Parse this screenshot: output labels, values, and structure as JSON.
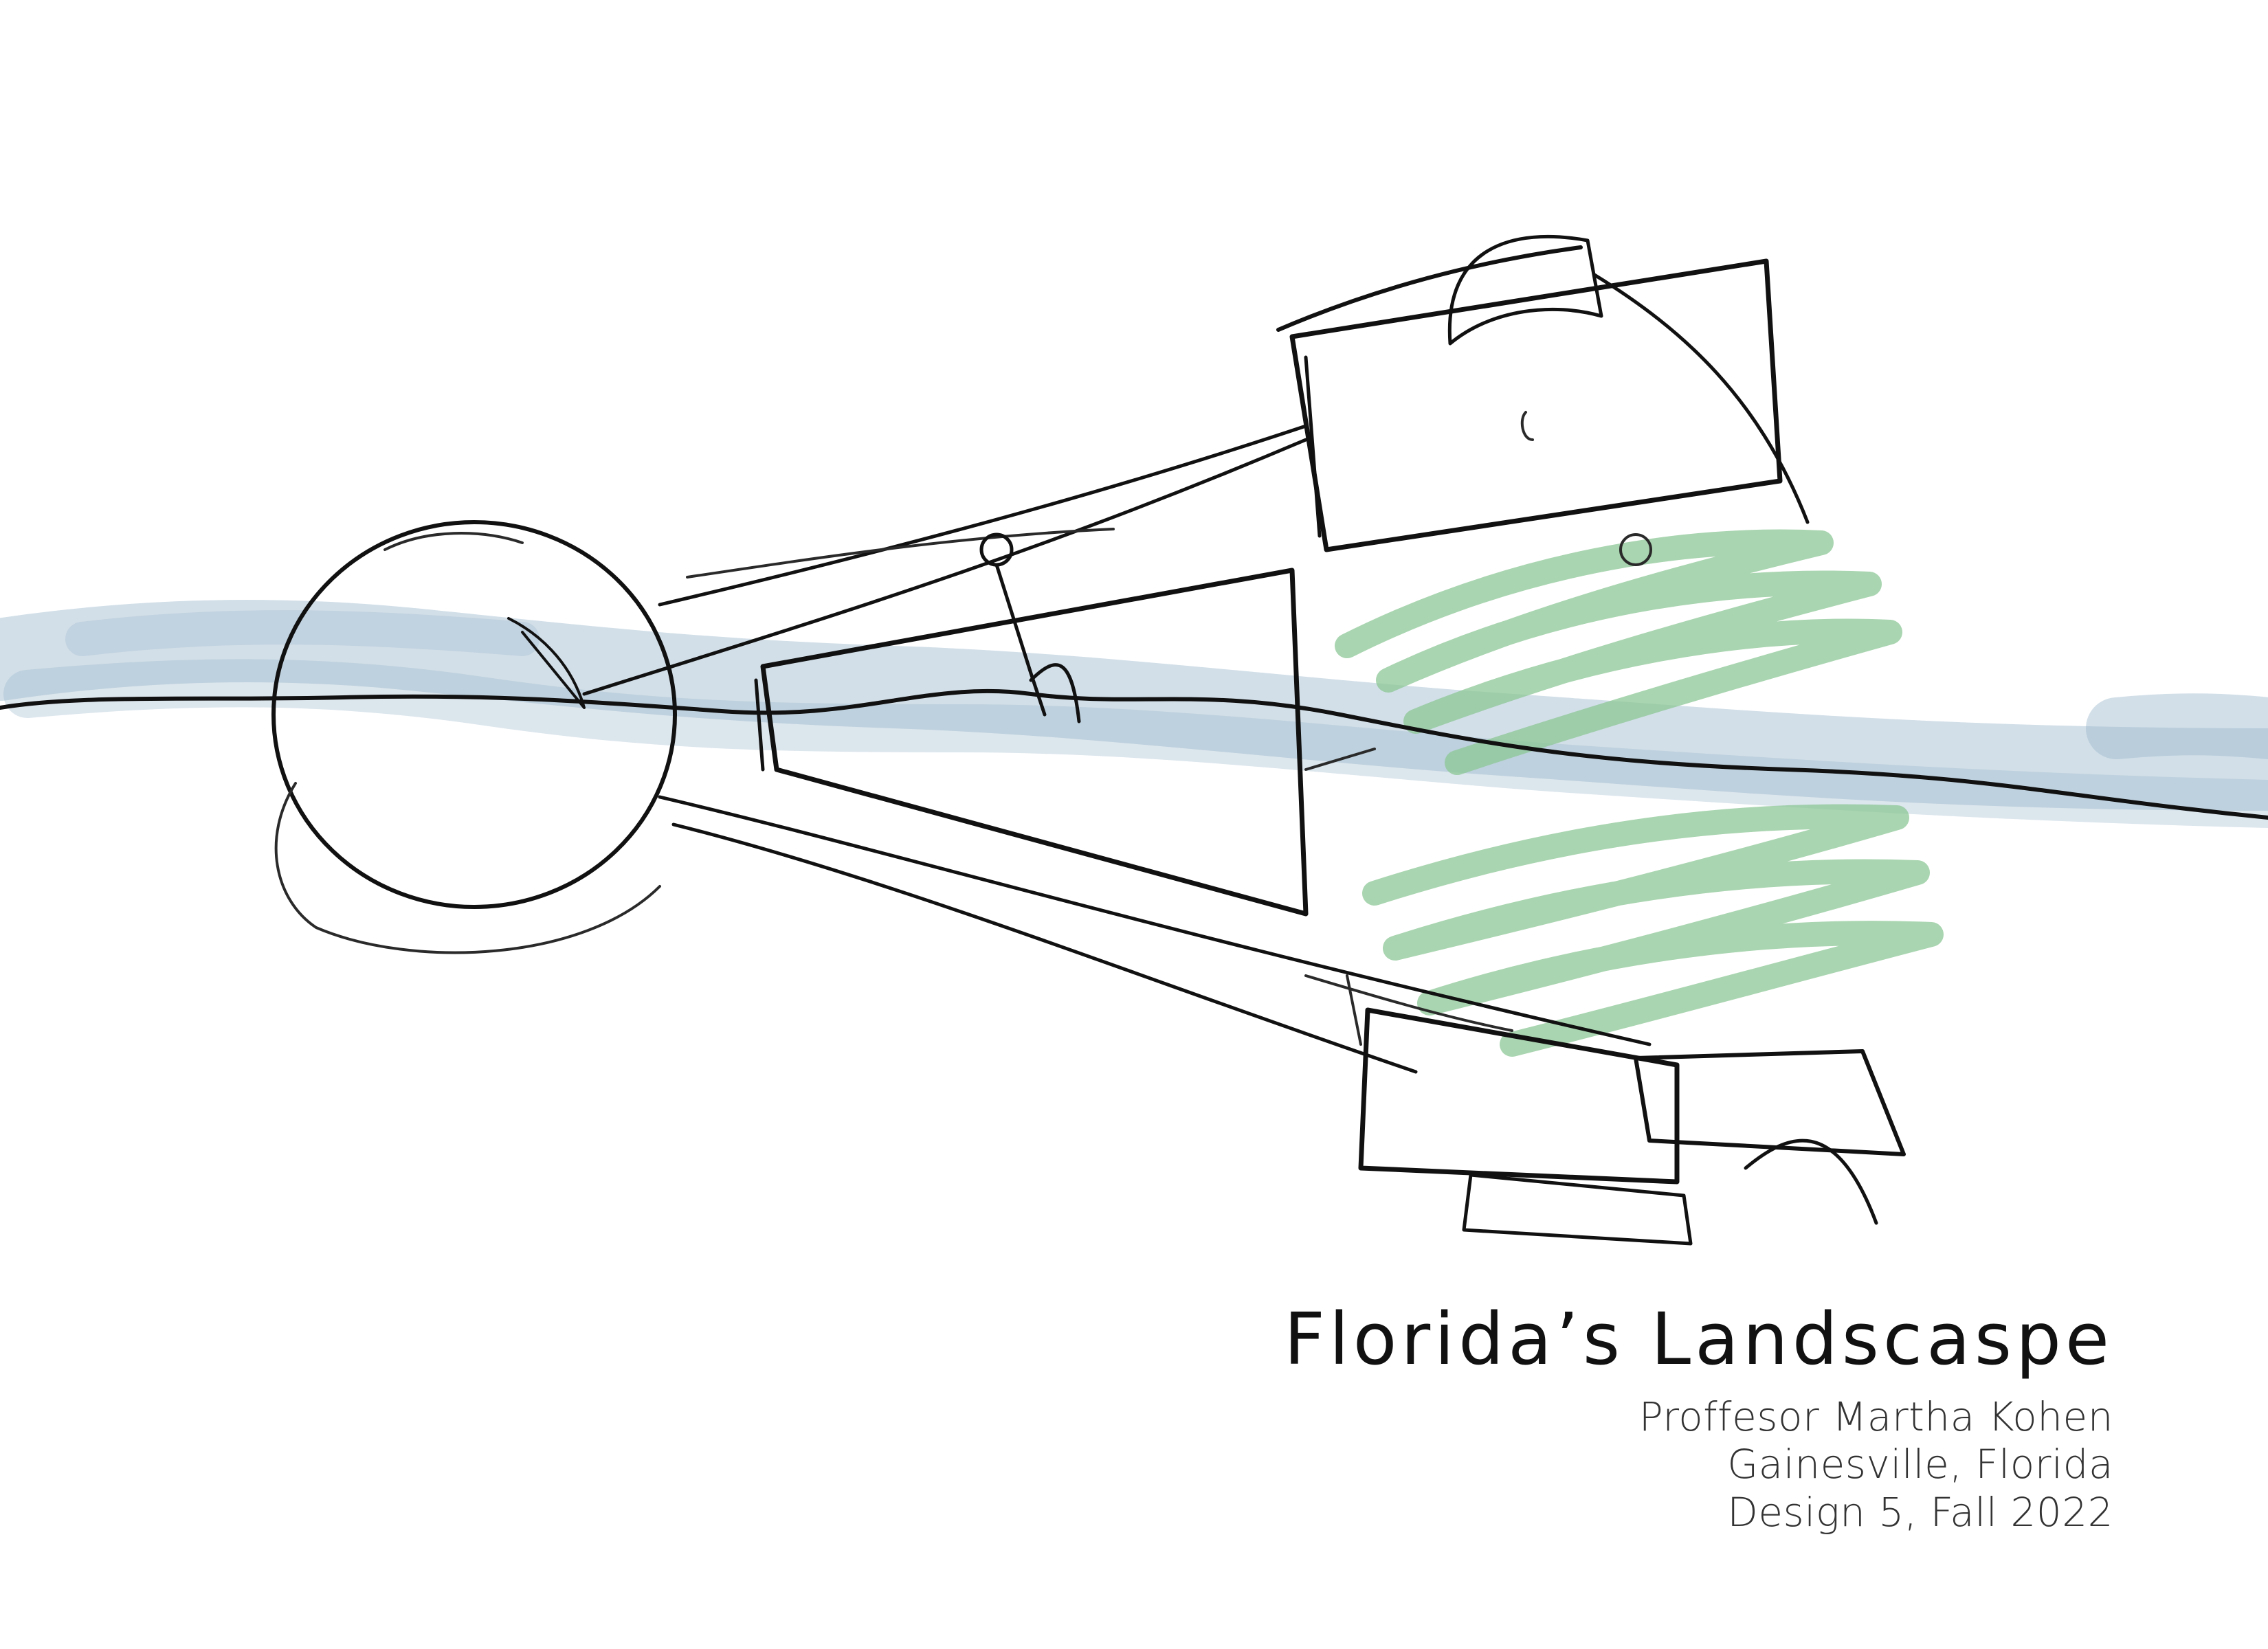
{
  "title": "Florida’s Landscaspe",
  "professor": "Proffesor Martha Kohen",
  "location": "Gainesville, Florida",
  "course": "Design 5, Fall 2022",
  "colors": {
    "background": "#ffffff",
    "ink": "#111111",
    "river_wash": "#9bb7cc",
    "river_line": "#27465c",
    "grass": "#8cc795"
  }
}
